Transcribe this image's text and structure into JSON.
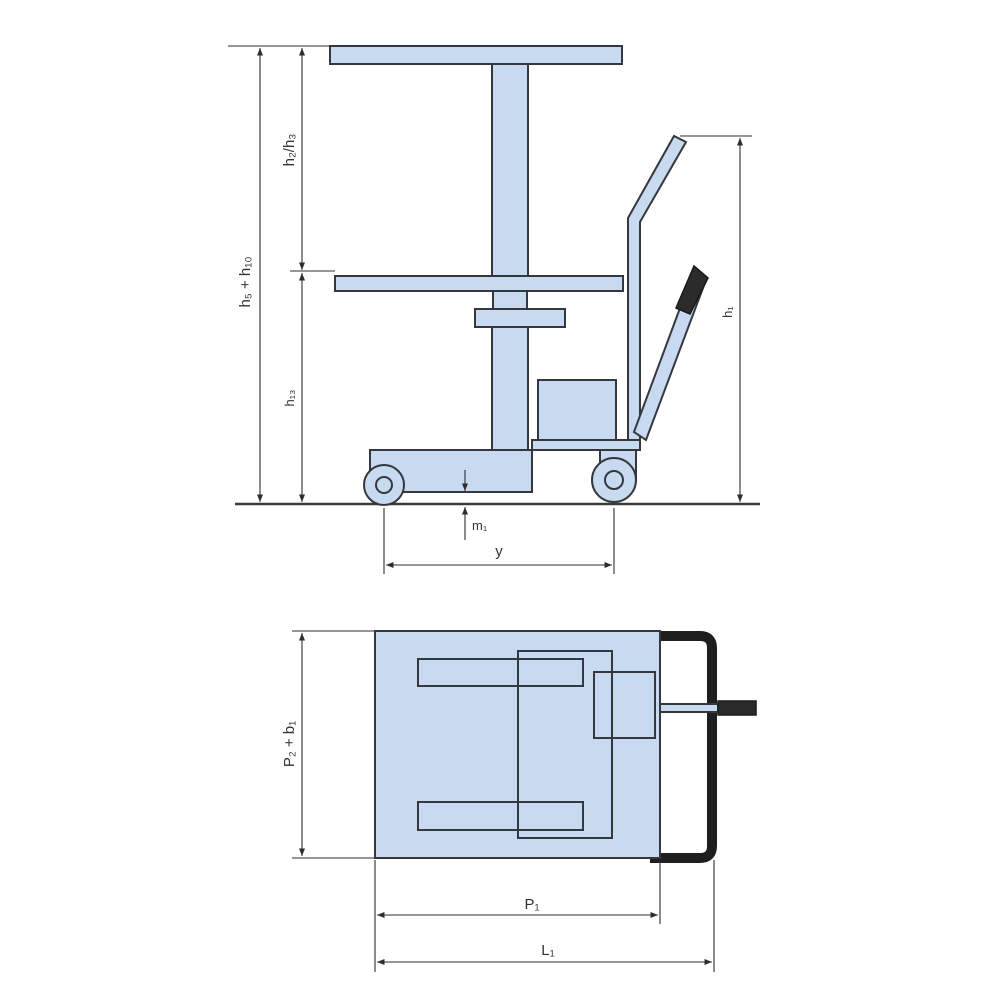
{
  "colors": {
    "body_fill": "#c7daf0",
    "outline": "#34383e",
    "handle_grip": "#2b2b2b"
  },
  "side_view": {
    "labels": {
      "total_height": "h₅ + h₁₀",
      "stroke_height": "h₂/h₃",
      "lowered_height": "h₁₃",
      "handle_height": "h₁",
      "ground_clearance": "m₁",
      "wheelbase": "y"
    }
  },
  "top_view": {
    "labels": {
      "width": "P₂ + b₁",
      "platform_length": "P₁",
      "overall_length": "L₁"
    }
  }
}
